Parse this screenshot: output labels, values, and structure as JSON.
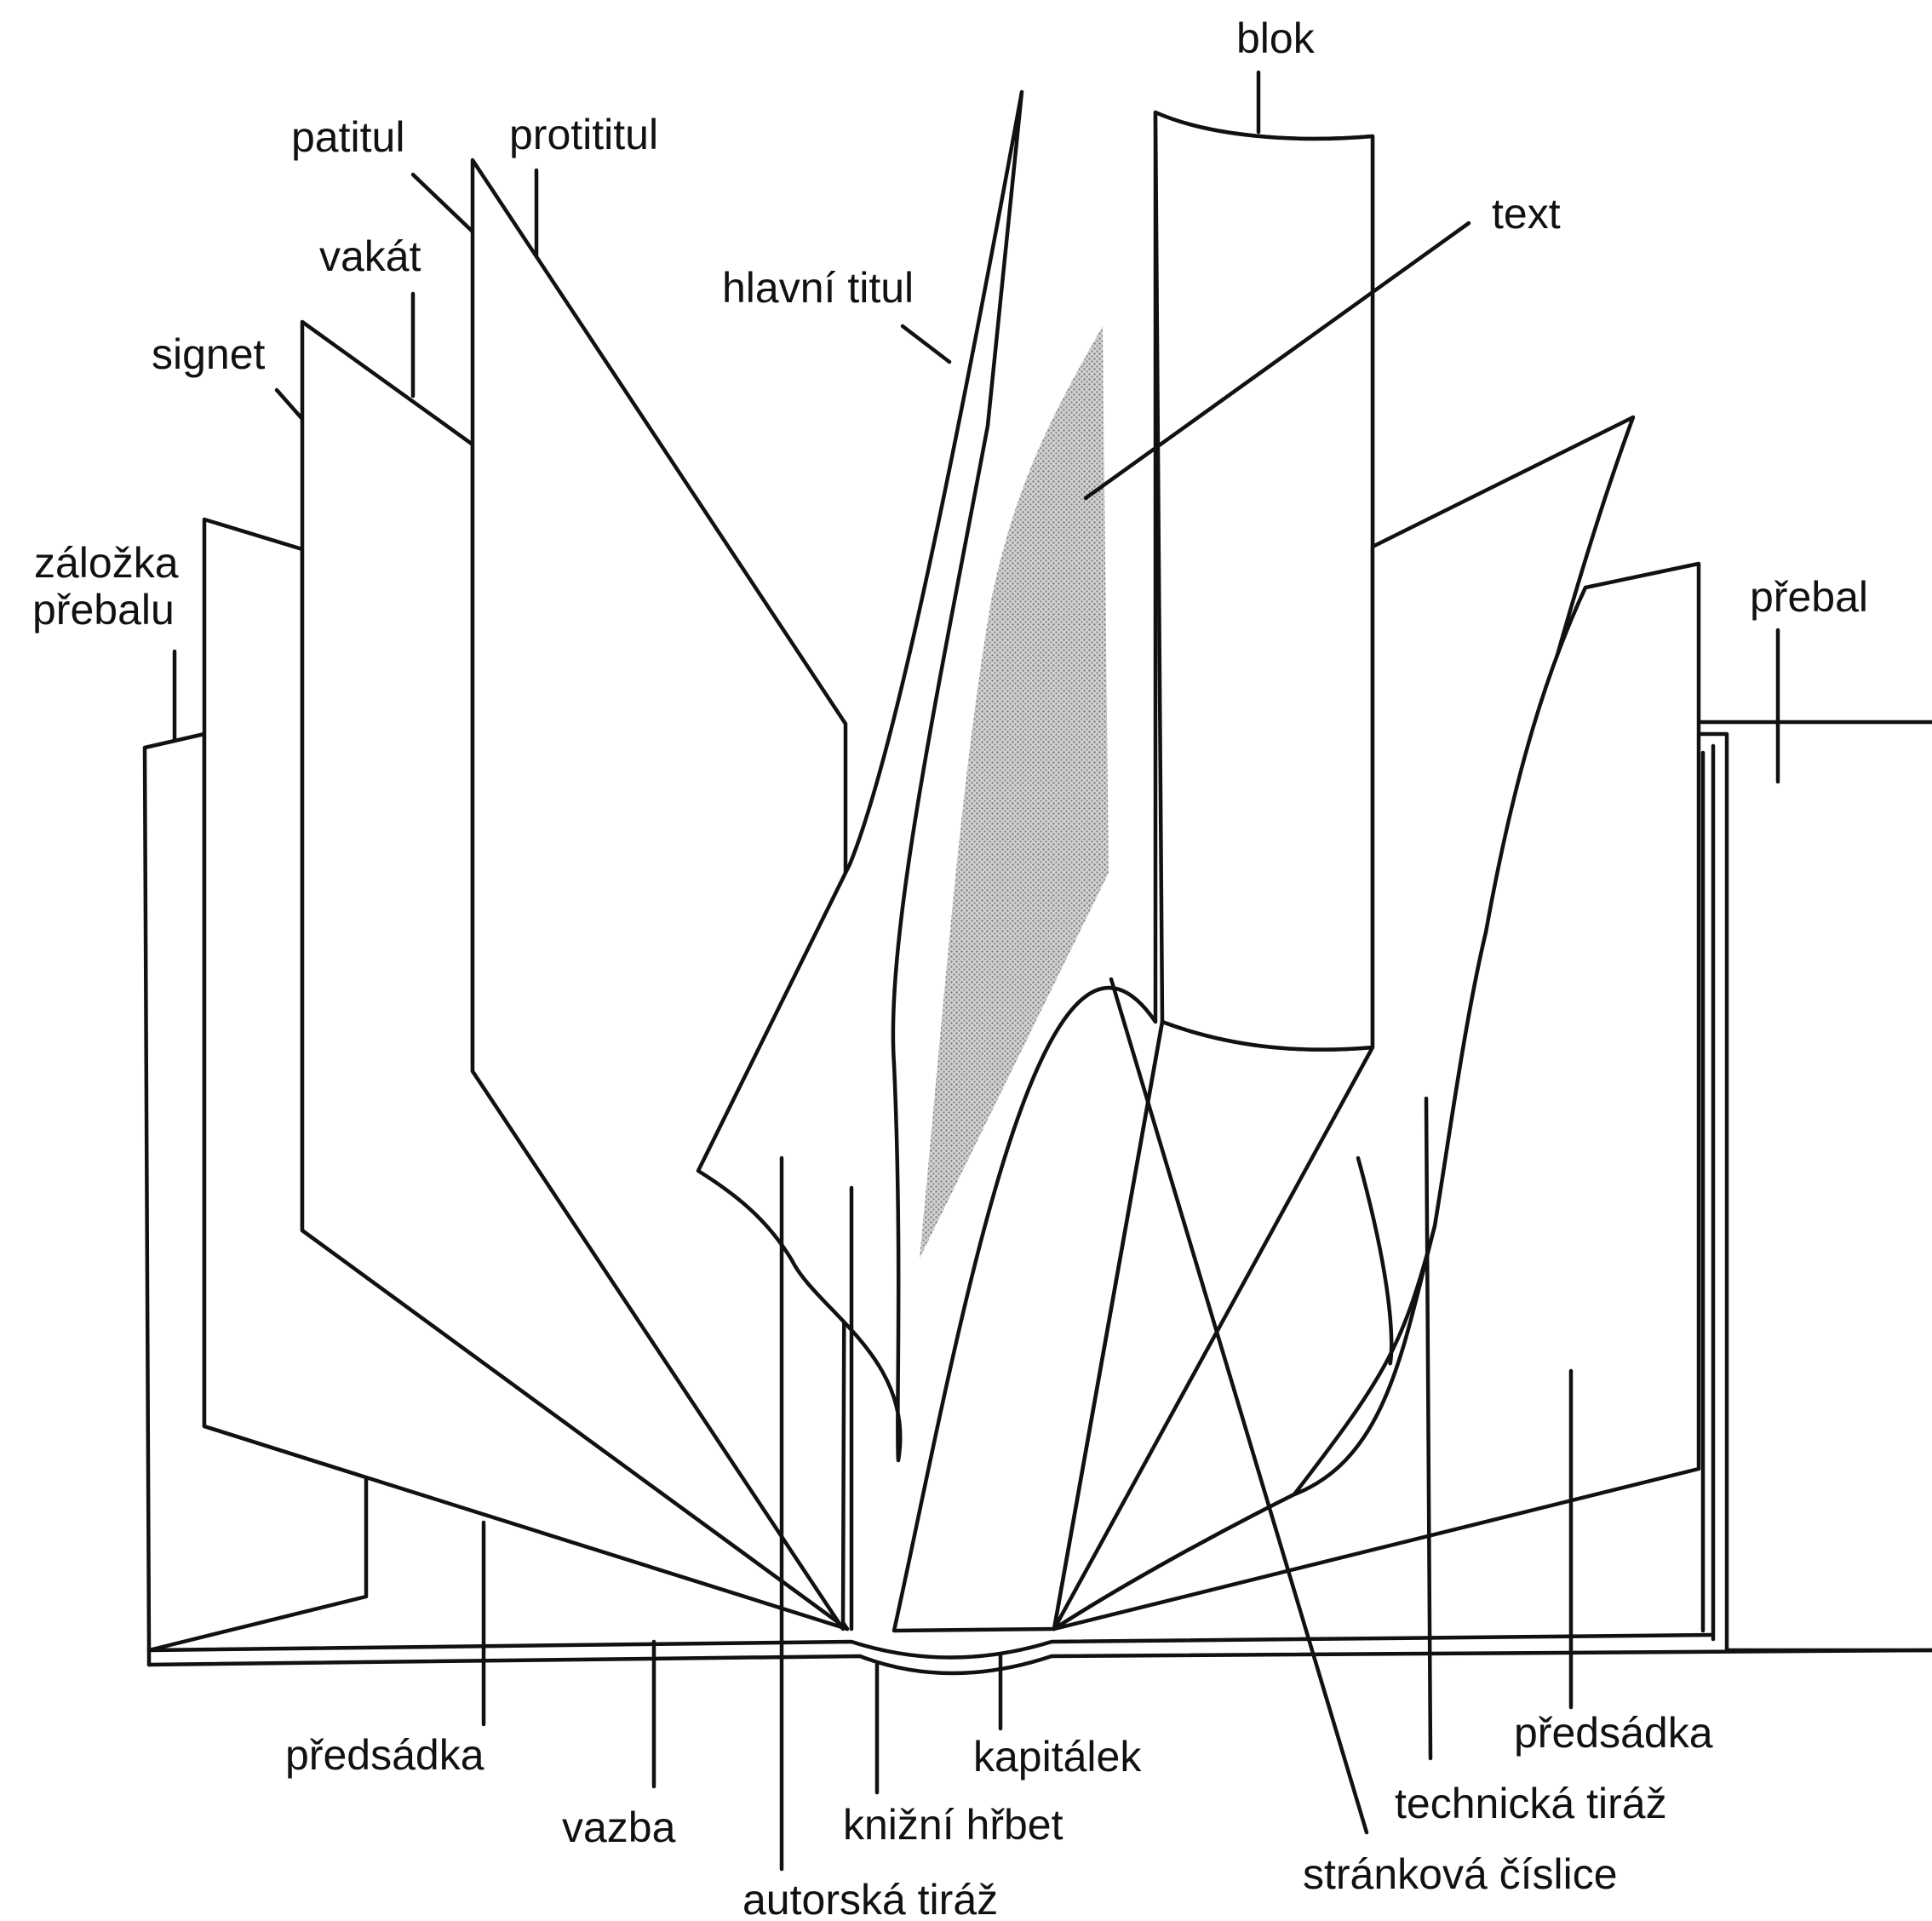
{
  "labels": {
    "blok": "blok",
    "patitul": "patitul",
    "protititul": "protititul",
    "text": "text",
    "vakat": "vakát",
    "hlavni_titul": "hlavní titul",
    "signet": "signet",
    "zalozka_line1": "záložka",
    "zalozka_line2": "přebalu",
    "prebal": "přebal",
    "predsadka_left": "předsádka",
    "predsadka_right": "předsádka",
    "vazba": "vazba",
    "kapitalek": "kapitálek",
    "technicka_tiraz": "technická tiráž",
    "knizni_hrbet": "knižní hřbet",
    "strankova_cislice": "stránková číslice",
    "autorska_tiraz": "autorská tiráž"
  },
  "colors": {
    "line": "#111111",
    "text_area": "#bcbcbc",
    "background": "#ffffff"
  }
}
